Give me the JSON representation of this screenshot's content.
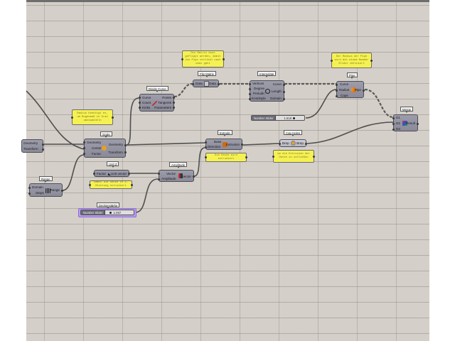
{
  "canvas": {
    "background": "#d4cfc8",
    "grid_color": "#9a958e"
  },
  "components": {
    "partial_left": {
      "outputs": [
        "Geometry",
        "Transform"
      ]
    },
    "scale": {
      "tag": "Scale",
      "inputs": [
        "Geometry",
        "Center",
        "Factor"
      ],
      "outputs": [
        "Geometry",
        "Transform"
      ],
      "icon": "scale-icon"
    },
    "range": {
      "tag": "Range",
      "inputs": [
        "Domain",
        "Steps"
      ],
      "outputs": [
        "Range"
      ],
      "icon": "range-icon"
    },
    "divide_curve": {
      "tag": "Divide Curve",
      "inputs": [
        "Curve",
        "Count",
        "Kinks"
      ],
      "outputs": [
        "Points",
        "Tangents",
        "Parameters"
      ],
      "icon": "divide-curve-icon"
    },
    "flip_matrix": {
      "tag": "Flip Matrix",
      "inputs": [
        "Data"
      ],
      "outputs": [
        "Data"
      ],
      "icon": "flip-matrix-icon"
    },
    "interpolate": {
      "tag": "Interpolate",
      "inputs": [
        "Vertices",
        "Degree",
        "Periodic",
        "KnotStyle"
      ],
      "outputs": [
        "Curve",
        "Length",
        "Domain"
      ],
      "icon": "interpolate-icon"
    },
    "pipe": {
      "tag": "Pipe",
      "inputs": [
        "Curve",
        "Radius",
        "Caps"
      ],
      "outputs": [
        "Pipe"
      ],
      "icon": "pipe-icon"
    },
    "merge": {
      "tag": "Merge",
      "inputs": [
        "D1",
        "D2",
        "D3"
      ],
      "outputs": [
        "Result"
      ],
      "icon": "merge-icon"
    },
    "unit_z": {
      "tag": "Unit Z",
      "inputs": [
        "Factor"
      ],
      "outputs": [
        "Unit vector"
      ],
      "icon": "unit-z-icon"
    },
    "amplitude": {
      "tag": "Amplitude",
      "inputs": [
        "Vector",
        "Amplitude"
      ],
      "outputs": [
        "Vector"
      ],
      "icon": "amplitude-icon"
    },
    "extrude": {
      "tag": "Extrude",
      "inputs": [
        "Base",
        "Direction"
      ],
      "outputs": [
        "Extrusion"
      ],
      "icon": "extrude-icon"
    },
    "cap_holes": {
      "tag": "Cap Holes",
      "inputs": [
        "Brep"
      ],
      "outputs": [
        "Brep"
      ],
      "icon": "cap-holes-icon"
    }
  },
  "sliders": {
    "pipe_radius": {
      "name": "Number Slider",
      "value": "1.618"
    },
    "deckenstaerke": {
      "tag": "Deckenstärke",
      "name": "Number Slider",
      "value": "1.097"
    }
  },
  "notes": {
    "flip_note": "Die Matrix muss geflippt werden, damit die Pipe vertikal nach oben geht",
    "pipe_note": "Der Radius der Pipe wird mit einem Number Slider definiert",
    "scale_note": "Radius benötigt es, um Bogenmaß in Grad umzuwandeln",
    "unitz_note": "Damit die Decke in Z-Richtung extrudiert",
    "extrude_note": "Die Decke wird extrudiert",
    "cap_note": "um die Extrusion der Decke zu schließen"
  }
}
